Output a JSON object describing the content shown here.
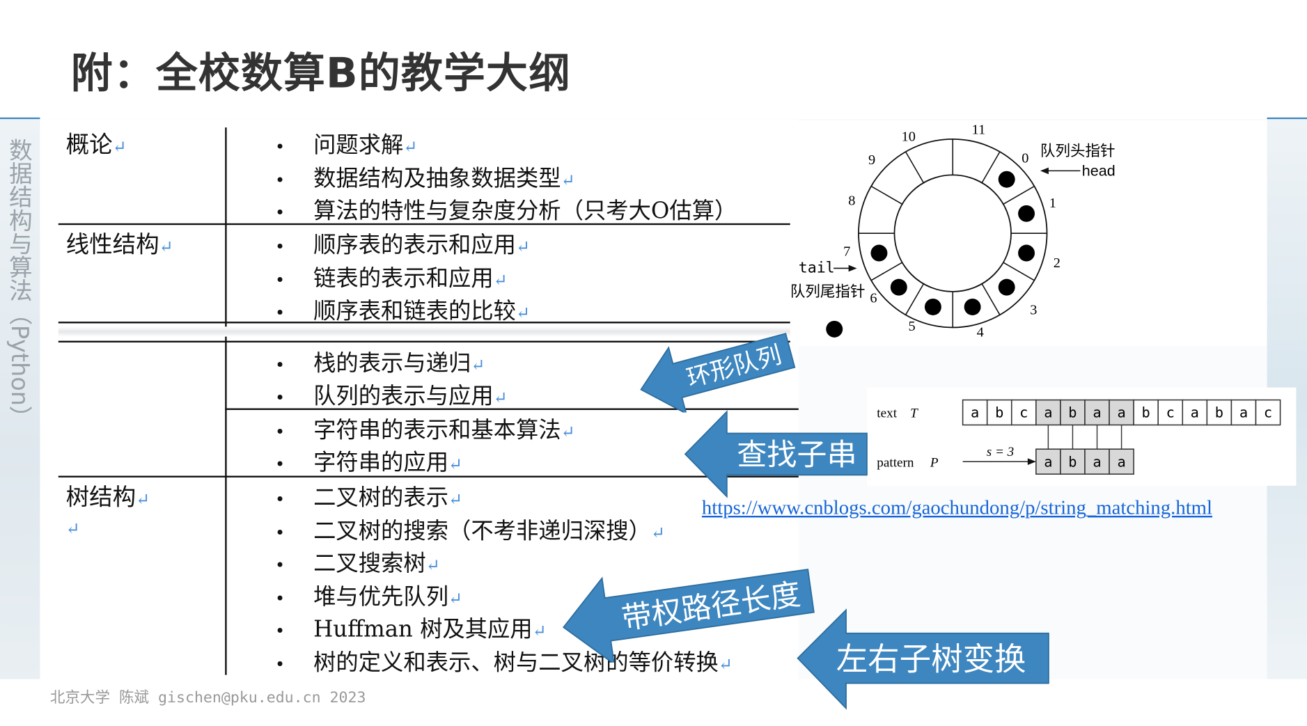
{
  "title": "附：全校数算B的教学大纲",
  "sidebar_title": "数据结构与算法（Python）",
  "return_mark": "↵",
  "bullet": "•",
  "categories": [
    {
      "label": "概论"
    },
    {
      "label": "线性结构"
    },
    {
      "label": "树结构"
    }
  ],
  "rows": [
    "问题求解",
    "数据结构及抽象数据类型",
    "算法的特性与复杂度分析（只考大O估算）",
    "顺序表的表示和应用",
    "链表的表示和应用",
    "顺序表和链表的比较",
    "栈的表示与递归",
    "队列的表示与应用",
    "字符串的表示和基本算法",
    "字符串的应用",
    "二叉树的表示",
    "二叉树的搜索（不考非递归深搜）",
    "二叉搜索树",
    "堆与优先队列",
    "Huffman 树及其应用",
    "树的定义和表示、树与二叉树的等价转换"
  ],
  "circular_queue": {
    "labels": [
      "0",
      "1",
      "2",
      "3",
      "4",
      "5",
      "6",
      "7",
      "8",
      "9",
      "10",
      "11"
    ],
    "head_cn": "队列头指针",
    "head": "head",
    "tail": "tail",
    "tail_cn": "队列尾指针"
  },
  "string_match": {
    "text_label": "text",
    "text_var": "T",
    "pattern_label": "pattern",
    "pattern_var": "P",
    "shift": "s = 3",
    "text": [
      "a",
      "b",
      "c",
      "a",
      "b",
      "a",
      "a",
      "b",
      "c",
      "a",
      "b",
      "a",
      "c"
    ],
    "pattern": [
      "a",
      "b",
      "a",
      "a"
    ]
  },
  "url": "https://www.cnblogs.com/gaochundong/p/string_matching.html",
  "callouts": {
    "queue": "环形队列",
    "substring": "查找子串",
    "weighted": "带权路径长度",
    "swap": "左右子树变换"
  },
  "colors": {
    "arrow": "#3d86bf",
    "accent": "#3d86bf"
  },
  "footer": "北京大学 陈斌 gischen@pku.edu.cn 2023"
}
